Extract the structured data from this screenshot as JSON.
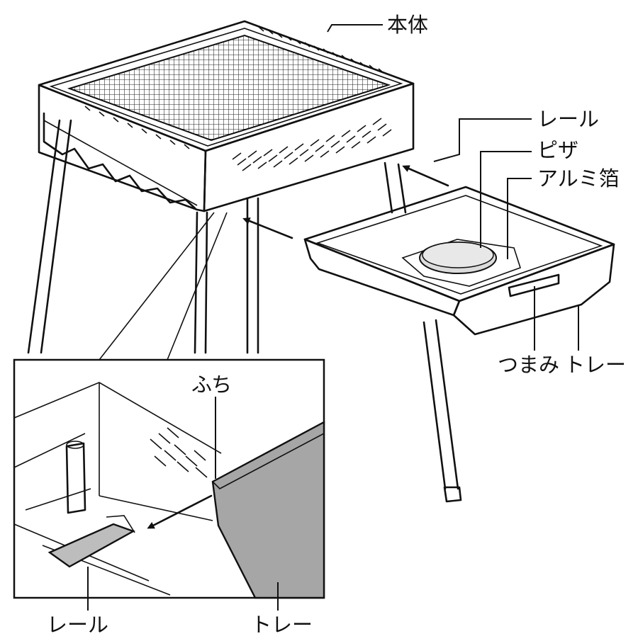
{
  "labels": {
    "body": "本体",
    "rail_top": "レール",
    "pizza": "ピザ",
    "foil": "アルミ箔",
    "knob": "つまみ",
    "tray_top": "トレー",
    "rim": "ふち",
    "rail_bottom": "レール",
    "tray_bottom": "トレー"
  },
  "colors": {
    "line": "#111111",
    "tray_fill_detail": "#a6a6a6",
    "rail_fill_detail": "#bdbdbd",
    "background": "#ffffff"
  }
}
